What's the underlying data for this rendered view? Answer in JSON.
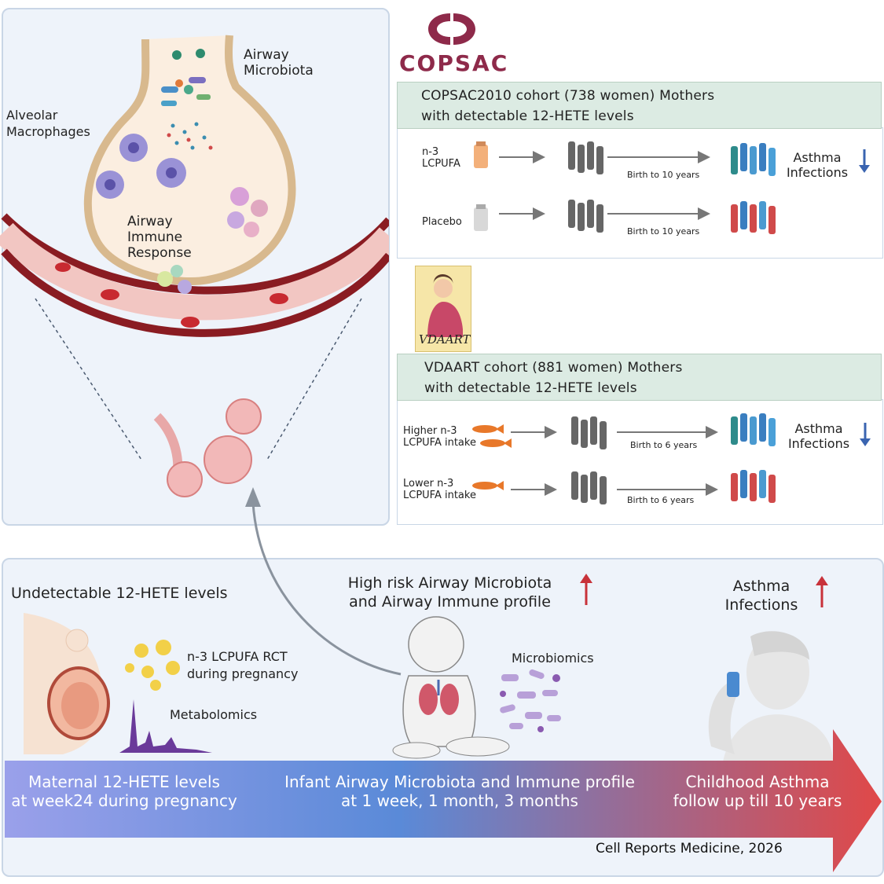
{
  "logos": {
    "copsac": "COPSAC",
    "vdaart": "VDAART"
  },
  "lung_panel": {
    "airway_microbiota": [
      "Airway",
      "Microbiota"
    ],
    "alveolar_macrophages": [
      "Alveolar",
      "Macrophages"
    ],
    "immune_response": [
      "Airway",
      "Immune",
      "Response"
    ]
  },
  "copsac_cohort": {
    "header": [
      "COPSAC2010 cohort (738 women) Mothers",
      "with detectable 12-HETE levels"
    ],
    "rows": [
      {
        "group": [
          "n-3",
          "LCPUFA"
        ],
        "duration": "Birth to 10 years"
      },
      {
        "group": [
          "Placebo"
        ],
        "duration": "Birth to 10 years"
      }
    ],
    "outcome": [
      "Asthma",
      "Infections"
    ]
  },
  "vdaart_cohort": {
    "header": [
      "VDAART cohort (881 women) Mothers",
      "with detectable 12-HETE levels"
    ],
    "rows": [
      {
        "group": [
          "Higher n-3",
          "LCPUFA intake"
        ],
        "duration": "Birth to 6 years"
      },
      {
        "group": [
          "Lower n-3",
          "LCPUFA intake"
        ],
        "duration": "Birth to 6 years"
      }
    ],
    "outcome": [
      "Asthma",
      "Infections"
    ]
  },
  "bottom_panel": {
    "undetectable": "Undetectable 12-HETE levels",
    "rct": [
      "n-3 LCPUFA RCT",
      "during pregnancy"
    ],
    "metabolomics": "Metabolomics",
    "high_risk": [
      "High risk Airway Microbiota",
      "and Airway Immune profile"
    ],
    "microbiomics": "Microbiomics",
    "asthma": [
      "Asthma",
      "Infections"
    ]
  },
  "timeline": {
    "maternal": [
      "Maternal 12-HETE levels",
      "at week24 during pregnancy"
    ],
    "infant": [
      "Infant Airway Microbiota and Immune profile",
      "at 1 week, 1 month, 3 months"
    ],
    "childhood": [
      "Childhood Asthma",
      "follow up till 10 years"
    ]
  },
  "citation": "Cell Reports Medicine, 2026",
  "colors": {
    "copsac_maroon": "#8e2a4a",
    "arrow_down_blue": "#3a64b0",
    "arrow_up_red": "#c8323a",
    "band_start": "#9aa0ea",
    "band_end": "#e04848"
  }
}
